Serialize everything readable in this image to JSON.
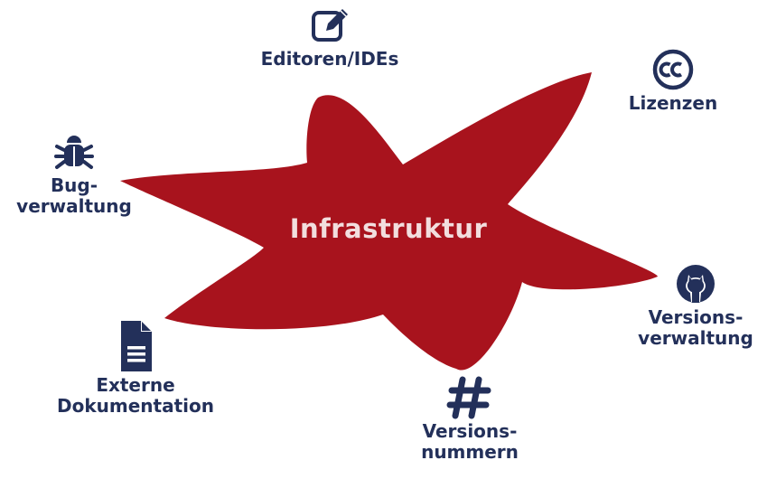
{
  "center": {
    "label": "Infrastruktur"
  },
  "colors": {
    "star_fill": "#a8131d",
    "node_color": "#23305a",
    "center_text": "#f2dede"
  },
  "nodes": {
    "editors": {
      "label": "Editoren/IDEs",
      "icon": "edit-icon"
    },
    "licenses": {
      "label": "Lizenzen",
      "icon": "creative-commons-icon"
    },
    "bugs": {
      "label_line1": "Bug-",
      "label_line2": "verwaltung",
      "icon": "bug-icon"
    },
    "vcs": {
      "label_line1": "Versions-",
      "label_line2": "verwaltung",
      "icon": "github-icon"
    },
    "docs": {
      "label_line1": "Externe",
      "label_line2": "Dokumentation",
      "icon": "document-icon"
    },
    "versions": {
      "label_line1": "Versions-",
      "label_line2": "nummern",
      "icon": "hashtag-icon"
    }
  }
}
